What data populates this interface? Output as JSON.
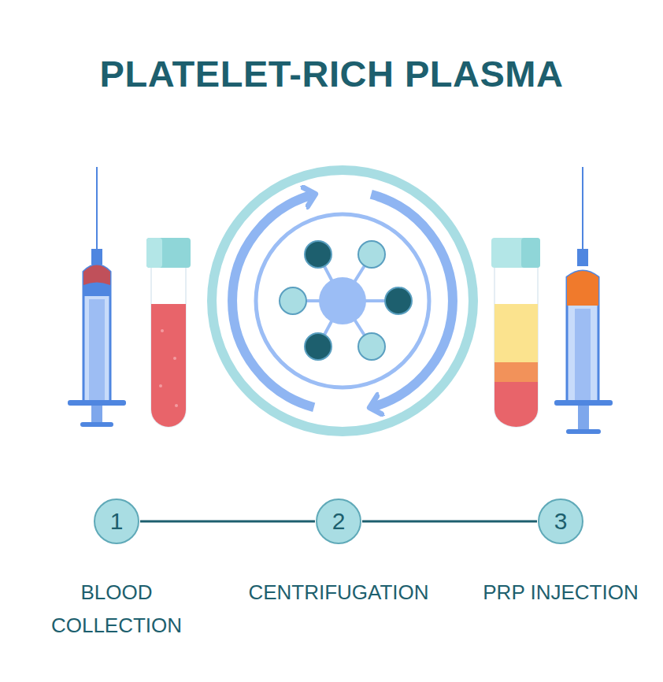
{
  "diagram": {
    "title": "PLATELET-RICH PLASMA",
    "nodes": [
      {
        "text": [
          "1",
          "BLOOD COLLECTION"
        ]
      },
      {
        "text": [
          "2",
          "CENTRIFUGATION"
        ]
      },
      {
        "text": [
          "3",
          "PRP INJECTION"
        ]
      }
    ],
    "edges": [
      {
        "from": 0,
        "to": 1,
        "arrow": "none"
      },
      {
        "from": 1,
        "to": 2,
        "arrow": "none"
      }
    ]
  }
}
